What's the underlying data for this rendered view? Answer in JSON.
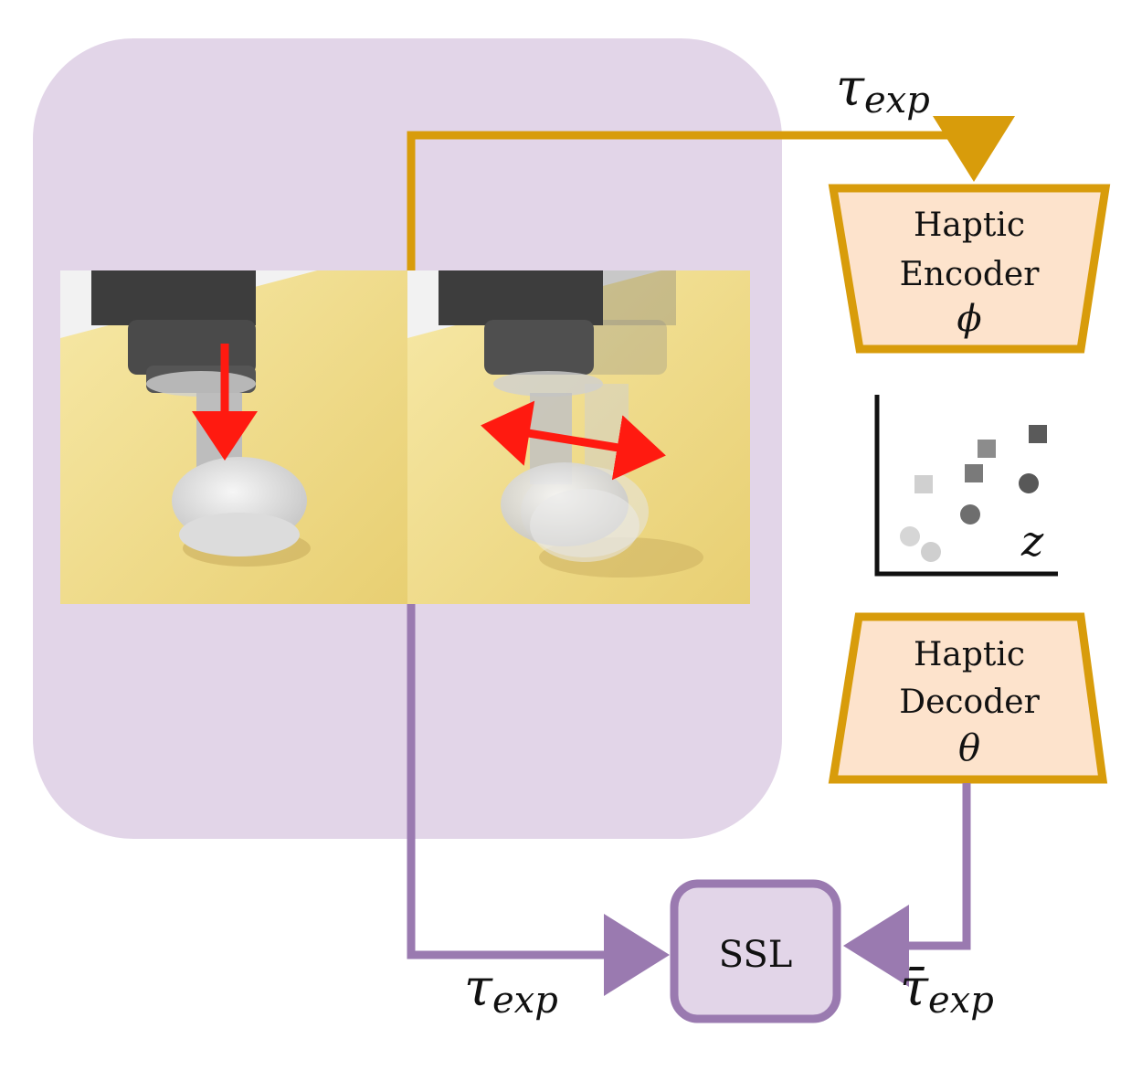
{
  "colors": {
    "panel": "#e2d5e8",
    "orange": "#d89c0b",
    "orange_fill": "#fde3cc",
    "purple": "#9a7ab0",
    "ssl_fill": "#e2d5e8",
    "red_arrow": "#ff1a10",
    "table": "#efd783"
  },
  "labels": {
    "tau_top": "τ",
    "tau_top_sub": "exp",
    "encoder_line1": "Haptic",
    "encoder_line2": "Encoder",
    "encoder_symbol": "ϕ",
    "decoder_line1": "Haptic",
    "decoder_line2": "Decoder",
    "decoder_symbol": "θ",
    "latent_symbol": "z",
    "ssl": "SSL",
    "tau_bottom_left": "τ",
    "tau_bottom_left_sub": "exp",
    "tau_bar": "τ̄",
    "tau_bar_sub": "exp"
  },
  "latent_plot": {
    "squares": [
      {
        "tone": "#d0d0d0"
      },
      {
        "tone": "#7a7a7a"
      },
      {
        "tone": "#8c8c8c"
      },
      {
        "tone": "#5a5a5a"
      }
    ],
    "circles": [
      {
        "tone": "#d6d6d6"
      },
      {
        "tone": "#cfcfcf"
      },
      {
        "tone": "#6e6e6e"
      },
      {
        "tone": "#585858"
      }
    ]
  }
}
